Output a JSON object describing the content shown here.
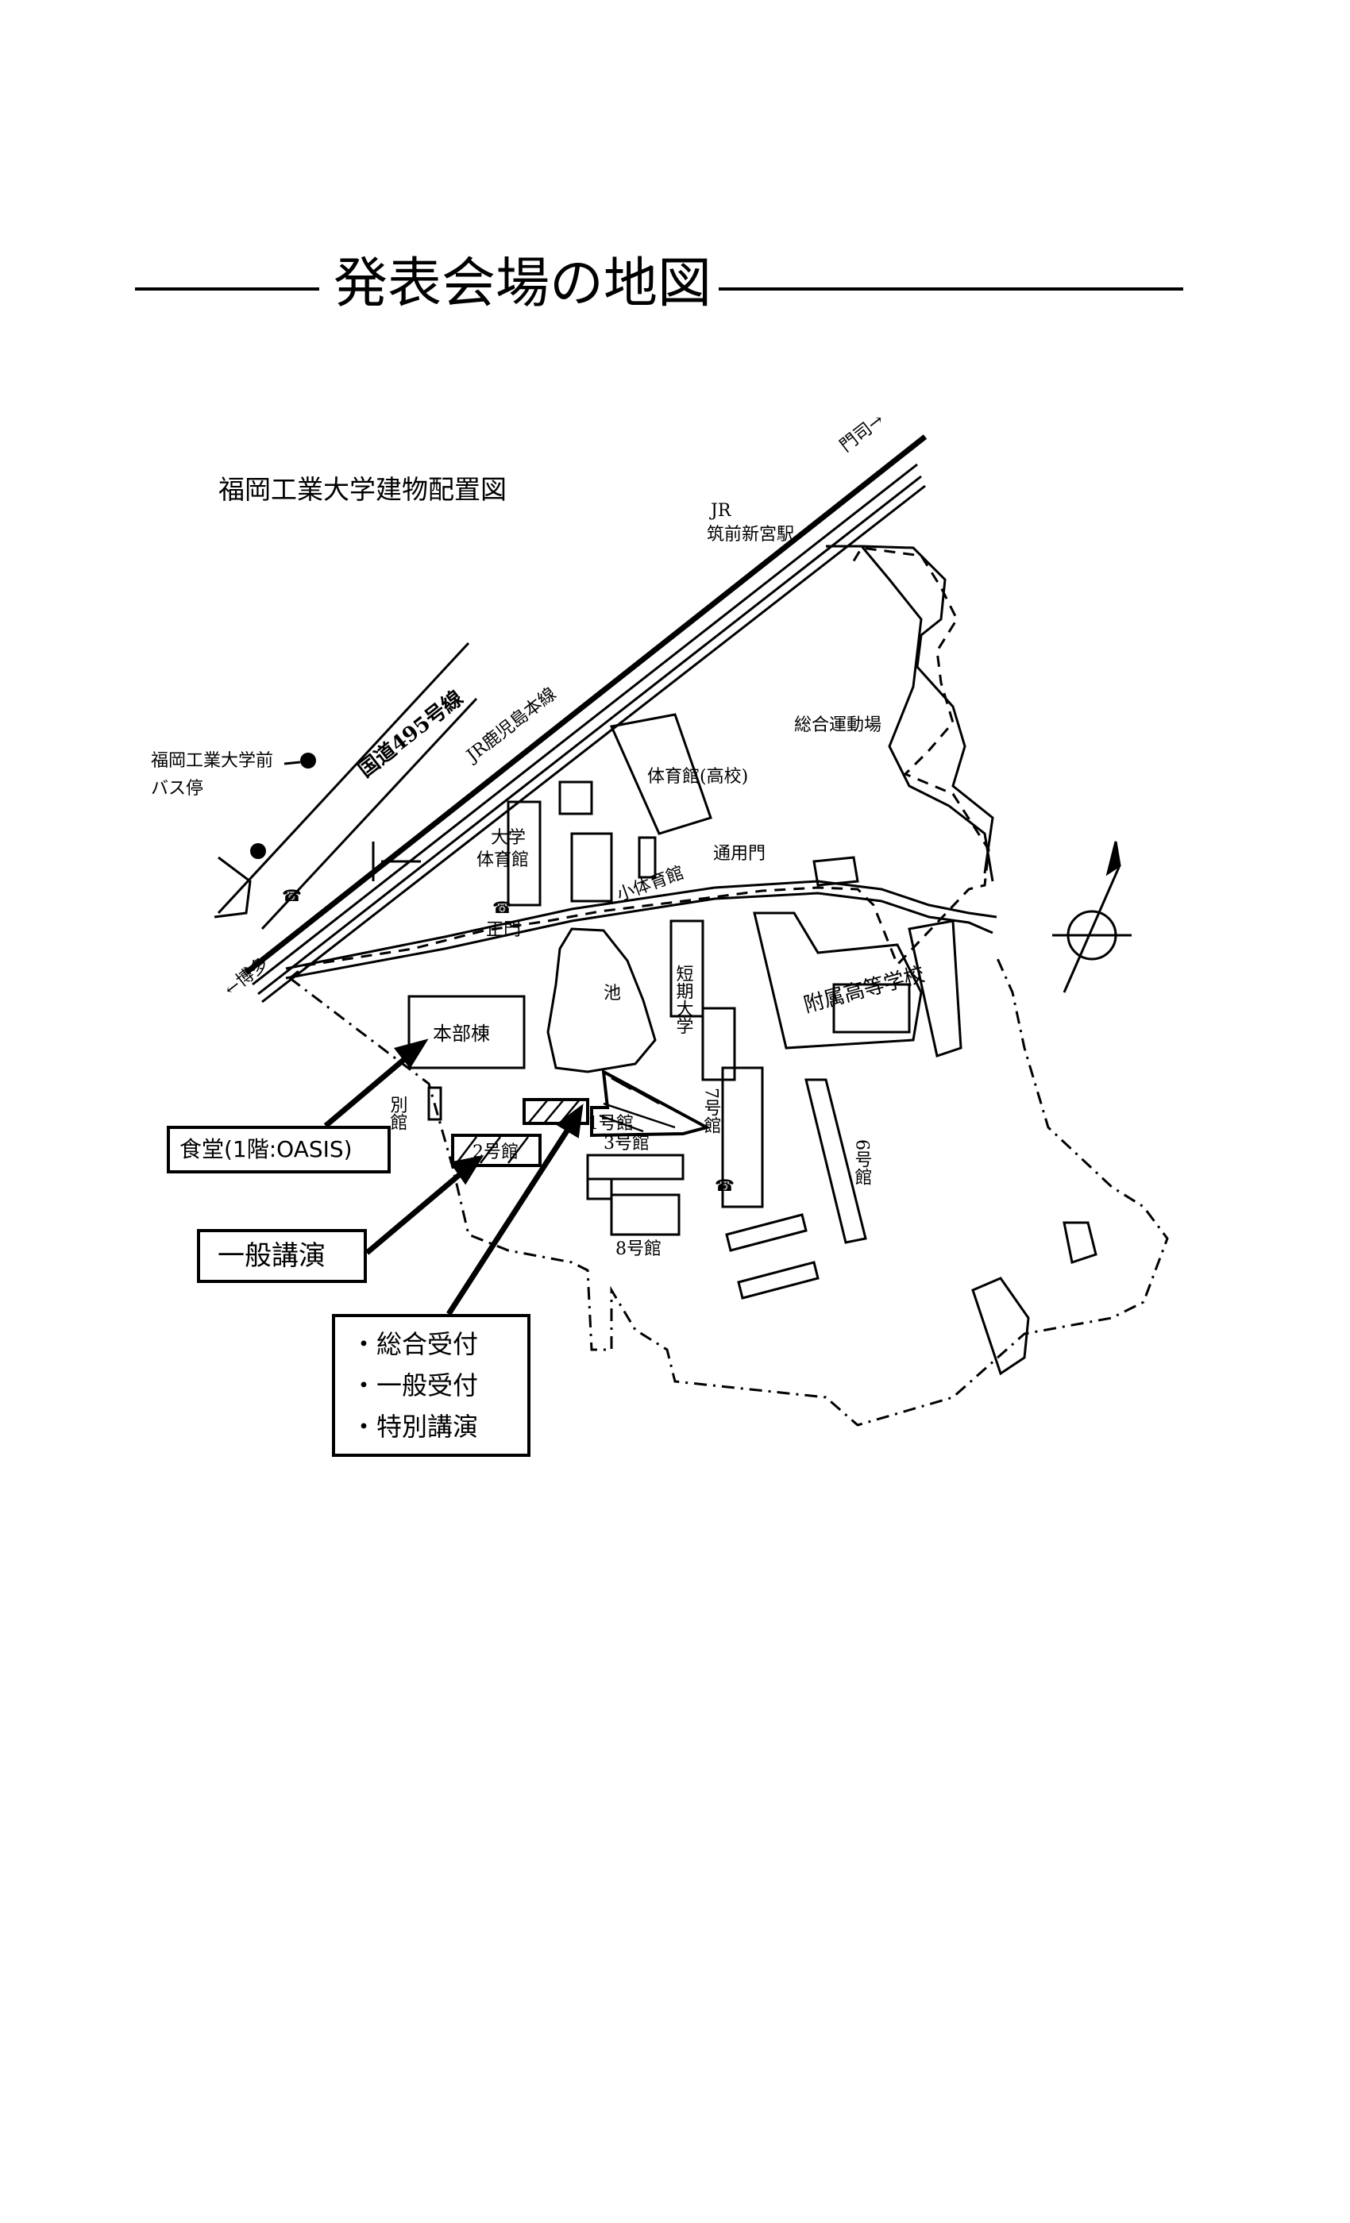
{
  "page": {
    "title": "発表会場の地図"
  },
  "map": {
    "caption": "福岡工業大学建物配置図",
    "labels": {
      "jr_line": "JR鹿児島本線",
      "national_road": "国道495号線",
      "jr_station": "JR",
      "jr_station_name": "筑前新宮駅",
      "mojiko": "門司→",
      "hakata": "←博多",
      "bus_stop": "福岡工業大学前",
      "bus_stop_sub": "バス停",
      "sports_field": "総合運動場",
      "hs_gym": "体育館(高校)",
      "univ_gym_1": "大学",
      "univ_gym_2": "体育館",
      "small_gym": "小体育館",
      "service_gate": "通用門",
      "main_gate": "正門",
      "pond": "池",
      "junior_college": "短期大学",
      "affiliated_hs": "附属高等学校",
      "main_building": "本部棟",
      "annex": "別館",
      "bldg_1": "1号館",
      "bldg_2": "2号館",
      "bldg_3": "3号館",
      "bldg_6": "6号館",
      "bldg_7": "7号館",
      "bldg_8": "8号館"
    },
    "icons": [
      "phone-icon",
      "bus-stop-icon",
      "compass-icon"
    ]
  },
  "callouts": {
    "cafeteria": "食堂(1階:OASIS)",
    "general_lecture": "一般講演",
    "reception": [
      "・総合受付",
      "・一般受付",
      "・特別講演"
    ]
  }
}
